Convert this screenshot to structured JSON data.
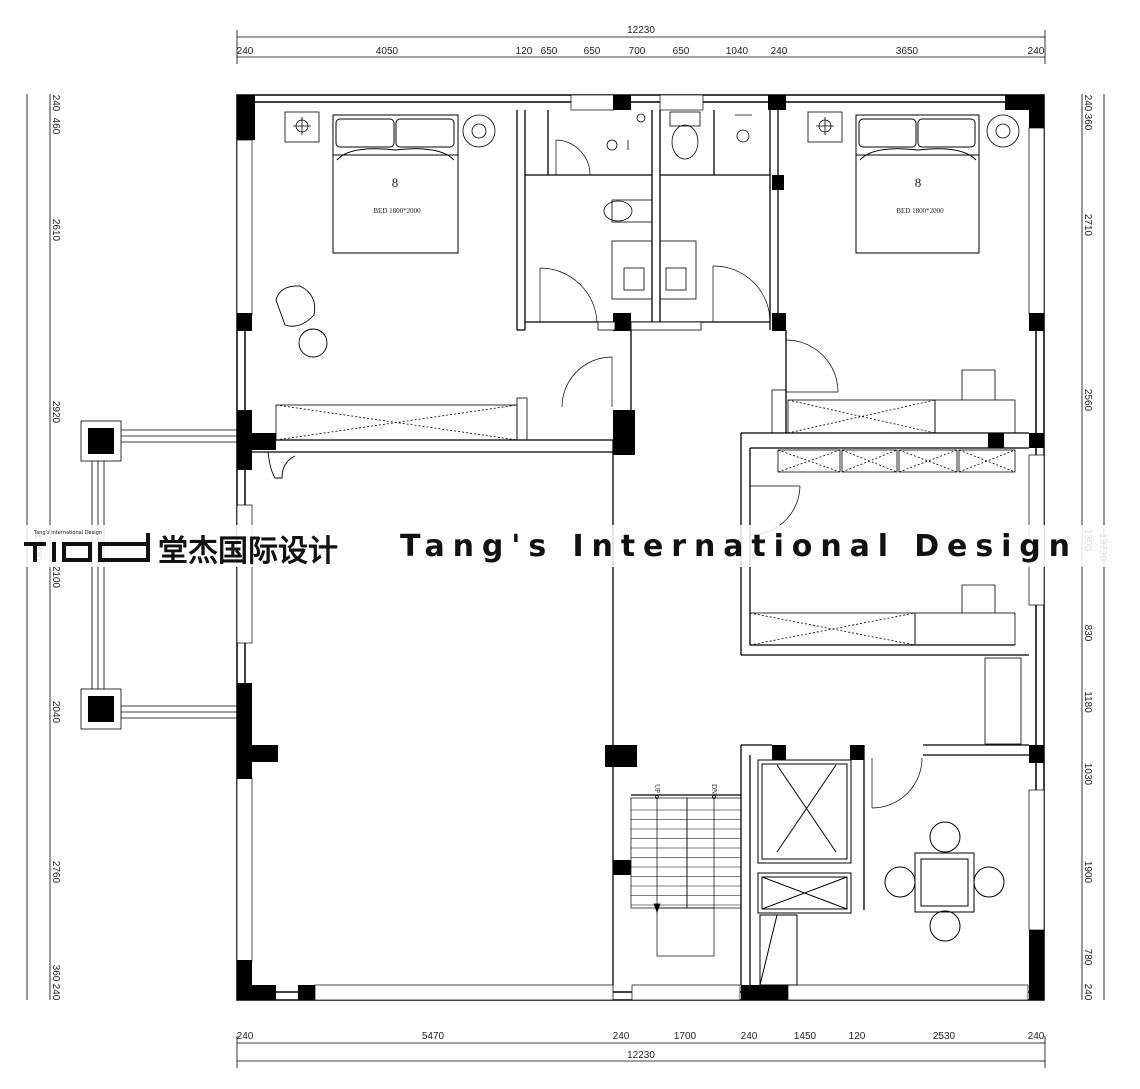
{
  "dimensions": {
    "top_total": "12230",
    "bottom_total": "12230",
    "left_total": "13730",
    "right_total": "13730",
    "top": [
      "240",
      "4050",
      "120",
      "650",
      "650",
      "700",
      "650",
      "1040",
      "240",
      "3650",
      "240"
    ],
    "bottom": [
      "240",
      "5470",
      "240",
      "1700",
      "240",
      "1450",
      "120",
      "2530",
      "240"
    ],
    "left": [
      "240",
      "460",
      "2610",
      "2920",
      "2100",
      "2040",
      "2760",
      "360",
      "240"
    ],
    "right": [
      "240",
      "360",
      "2710",
      "2560",
      "1300",
      "830",
      "1180",
      "1030",
      "1900",
      "780",
      "240"
    ]
  },
  "rooms": {
    "bed_left_no": "8",
    "bed_left_label": "BED 1800*2000",
    "bed_right_no": "8",
    "bed_right_label": "BED 1800*2000"
  },
  "stairs": {
    "up": "UP",
    "down": "DN"
  },
  "watermark": {
    "small": "Tang's International Design",
    "cn": "堂杰国际设计",
    "en": "Tang's International Design"
  }
}
